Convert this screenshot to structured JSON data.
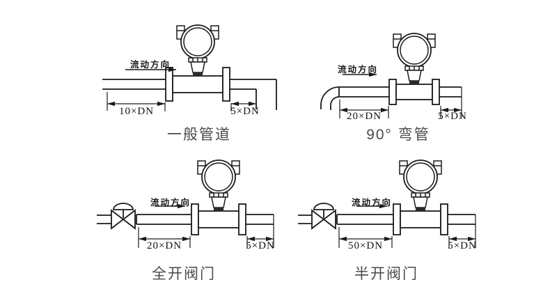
{
  "figure": {
    "background": "#ffffff",
    "line_color": "#1a1a1a",
    "caption_color": "#4a4a4a",
    "description_icons": [
      "turbine-flow-meter",
      "transmitter-head",
      "flange",
      "gate-valve",
      "pipe-elbow",
      "dimension-arrow"
    ]
  },
  "diagrams": [
    {
      "name": "general-pipe",
      "caption": "一般管道",
      "flow_direction_label": "流动方向",
      "upstream_dimension": "10×DN",
      "downstream_dimension": "5×DN"
    },
    {
      "name": "90-degree-bend",
      "caption": "90° 弯管",
      "flow_direction_label": "流动方向",
      "upstream_dimension": "20×DN",
      "downstream_dimension": "5×DN"
    },
    {
      "name": "fully-open-valve",
      "caption": "全开阀门",
      "flow_direction_label": "流动方向",
      "upstream_dimension": "20×DN",
      "downstream_dimension": "5×DN"
    },
    {
      "name": "half-open-valve",
      "caption": "半开阀门",
      "flow_direction_label": "流动方向",
      "upstream_dimension": "50×DN",
      "downstream_dimension": "5×DN"
    }
  ]
}
